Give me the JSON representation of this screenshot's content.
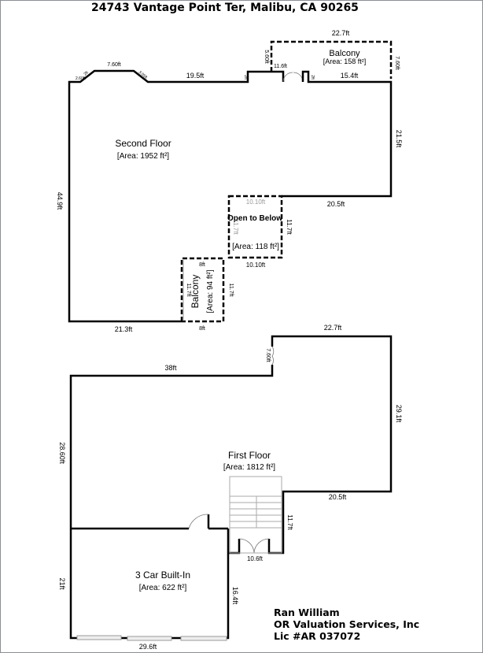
{
  "title": "24743 Vantage Point Ter, Malibu, CA 90265",
  "second_floor": {
    "name": "Second Floor",
    "area": "[Area: 1952 ft²]",
    "dims": {
      "top_diag_left": "2.60ft",
      "diag_small": "2ft",
      "top_bay": "7.60ft",
      "diag_right": "3.05ft",
      "top_mid": "19.5ft",
      "bump_left": "2ft",
      "bump_top": "11.6ft",
      "bump_right": "2ft",
      "top_right": "15.4ft",
      "right": "21.5ft",
      "step": "20.5ft",
      "left": "44.9ft",
      "bottom": "21.3ft"
    }
  },
  "balcony_top": {
    "name": "Balcony",
    "area": "[Area: 158 ft²]",
    "width": "22.7ft",
    "depth": "5.60ft",
    "right": "7.60ft"
  },
  "open_to_below": {
    "name": "Open to Below",
    "area": "[Area: 118 ft²]",
    "top": "10.10ft",
    "bottom": "10.10ft",
    "left": "11.7ft",
    "right": "11.7ft"
  },
  "balcony_small": {
    "name": "Balcony",
    "area": "[Area: 94 ft²]",
    "top": "8ft",
    "bottom": "8ft",
    "left": "11.7ft",
    "right": "11.7ft"
  },
  "first_floor": {
    "name": "First Floor",
    "area": "[Area: 1812 ft²]",
    "dims": {
      "top_right": "22.7ft",
      "door": "7.60ft",
      "top_left": "38ft",
      "right": "29.1ft",
      "step": "20.5ft",
      "left": "28.60ft",
      "stair_right": "11.7ft",
      "entry": "10.6ft"
    }
  },
  "garage": {
    "name": "3 Car Built-In",
    "area": "[Area: 622 ft²]",
    "left": "21ft",
    "right": "16.4ft",
    "bottom": "29.6ft"
  },
  "appraiser": {
    "name": "Ran William",
    "company": "OR Valuation Services, Inc",
    "license": "Lic #AR 037072"
  }
}
